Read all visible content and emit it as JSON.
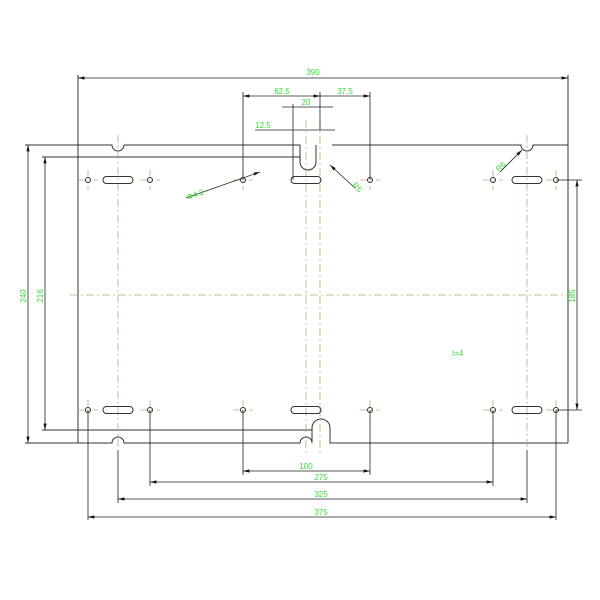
{
  "drawing": {
    "colors": {
      "outline": "#333333",
      "dimension_text": "#33dd33",
      "centerline": "#c8a27a"
    },
    "dimensions": {
      "overall_width": "390",
      "top_left_offset": "62.5",
      "slot_width": "20",
      "top_right_offset": "37.5",
      "notch_offset": "12.5",
      "hole_diameter": "Φ4.2",
      "slot_radius": "R5",
      "notch_radius": "R6",
      "overall_height": "240",
      "inner_height": "216",
      "hole_vertical_spacing": "185",
      "inner_hole_spacing": "100",
      "hole_spacing_275": "275",
      "notch_spacing": "325",
      "outer_hole_spacing": "375"
    },
    "thickness_note": "t=4"
  }
}
